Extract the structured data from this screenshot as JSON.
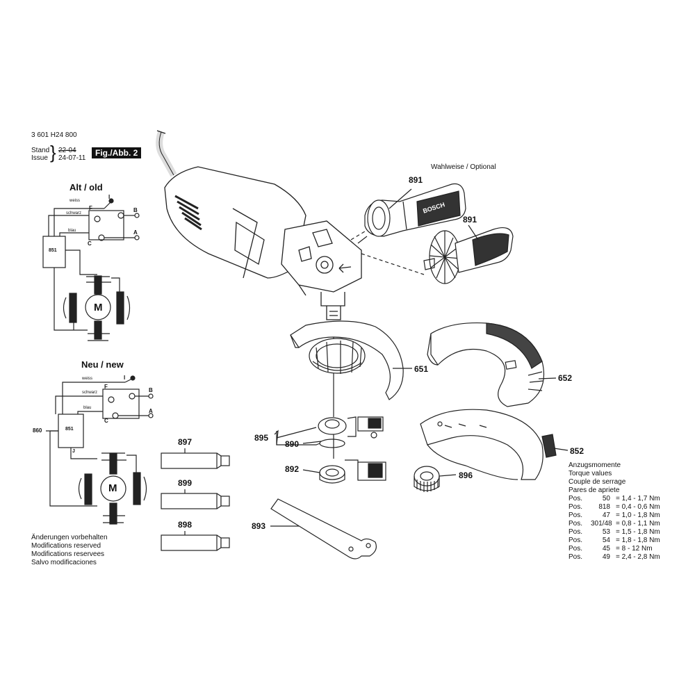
{
  "header": {
    "doc_number": "3 601 H24 800",
    "stand_label": "Stand",
    "stand_value": "22-04",
    "issue_label": "Issue",
    "issue_value": "24-07-11",
    "fig_label": "Fig./Abb. 2"
  },
  "optional_label": "Wahlweise / Optional",
  "brand": "BOSCH",
  "schematic_old": {
    "title": "Alt / old",
    "wire_labels": [
      "weiss",
      "schwarz",
      "blau"
    ],
    "switch_labels": [
      "F",
      "I",
      "C"
    ],
    "terminal_labels": [
      "B",
      "A"
    ],
    "component": "851",
    "motor": "M"
  },
  "schematic_new": {
    "title": "Neu / new",
    "wire_labels": [
      "weiss",
      "schwarz",
      "blau"
    ],
    "switch_labels": [
      "F",
      "I",
      "C"
    ],
    "terminal_labels": [
      "B",
      "A"
    ],
    "component": "851",
    "component_pin": "J",
    "side_ref": "860",
    "motor": "M"
  },
  "part_numbers": {
    "p891a": "891",
    "p891b": "891",
    "p651": "651",
    "p652": "652",
    "p852": "852",
    "p895": "895",
    "p890": "890",
    "p892": "892",
    "p896": "896",
    "p893": "893",
    "p897": "897",
    "p899": "899",
    "p898": "898"
  },
  "notes": [
    "Änderungen vorbehalten",
    "Modifications reserved",
    "Modifications reservees",
    "Salvo modificaciones"
  ],
  "torque": {
    "titles": [
      "Anzugsmomente",
      "Torque values",
      "Couple de serrage",
      "Pares de apriete"
    ],
    "rows": [
      {
        "label": "Pos.",
        "pos": "50",
        "value": "= 1,4 - 1,7 Nm"
      },
      {
        "label": "Pos.",
        "pos": "818",
        "value": "= 0,4 - 0,6 Nm"
      },
      {
        "label": "Pos.",
        "pos": "47",
        "value": "= 1,0 - 1,8 Nm"
      },
      {
        "label": "Pos.",
        "pos": "301/48",
        "value": "= 0,8 - 1,1 Nm"
      },
      {
        "label": "Pos.",
        "pos": "53",
        "value": "= 1,5 - 1,8 Nm"
      },
      {
        "label": "Pos.",
        "pos": "54",
        "value": "= 1,8 - 1,8 Nm"
      },
      {
        "label": "Pos.",
        "pos": "45",
        "value": "= 8 - 12 Nm"
      },
      {
        "label": "Pos.",
        "pos": "49",
        "value": "= 2,4 - 2,8 Nm"
      }
    ]
  }
}
